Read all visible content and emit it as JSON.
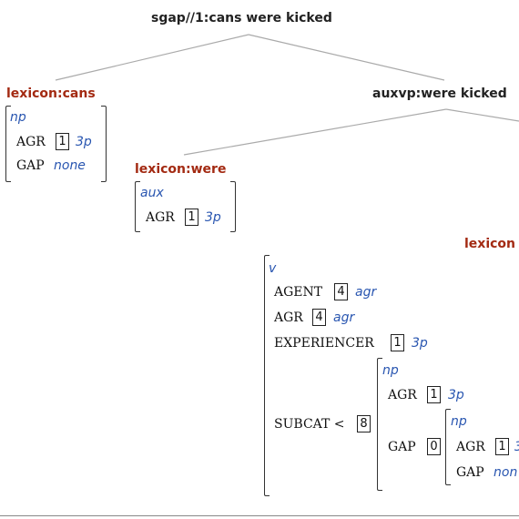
{
  "nodes": {
    "root": "sgap//1:cans were kicked",
    "lex_cans": "lexicon:cans",
    "auxvp": "auxvp:were kicked",
    "lex_were": "lexicon:were",
    "lex_kicked_partial": "lexicon"
  },
  "avm_cans": {
    "type": "np",
    "agr_label": "AGR",
    "agr_tag": "1",
    "agr_value": "3p",
    "gap_label": "GAP",
    "gap_value": "none"
  },
  "avm_were": {
    "type": "aux",
    "agr_label": "AGR",
    "agr_tag": "1",
    "agr_value": "3p"
  },
  "avm_kicked": {
    "type": "v",
    "agent_label": "AGENT",
    "agent_tag": "4",
    "agent_value": "agr",
    "agr_label": "AGR",
    "agr_tag": "4",
    "agr_value": "agr",
    "exp_label": "EXPERIENCER",
    "exp_tag": "1",
    "exp_value": "3p",
    "subcat_label": "SUBCAT <",
    "subcat_tag": "8",
    "inner": {
      "type": "np",
      "agr_label": "AGR",
      "agr_tag": "1",
      "agr_value": "3p",
      "gap_label": "GAP",
      "gap_tag": "0",
      "gap_inner": {
        "type": "np",
        "agr_label": "AGR",
        "agr_tag": "1",
        "agr_value": "3",
        "gap_label": "GAP",
        "gap_value": "non"
      }
    }
  }
}
